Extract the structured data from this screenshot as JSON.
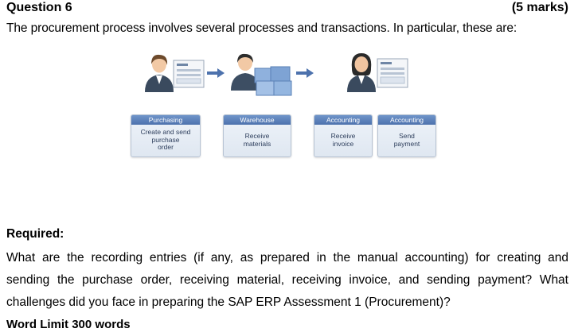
{
  "question": {
    "title": "Question 6",
    "marks": "(5 marks)",
    "intro": "The procurement process involves several processes and transactions. In particular, these are:"
  },
  "diagram": {
    "steps": [
      {
        "department": "Purchasing",
        "lines": [
          "Create and send",
          "purchase",
          "order"
        ]
      },
      {
        "department": "Warehouse",
        "lines": [
          "Receive",
          "materials"
        ]
      },
      {
        "department": "Accounting",
        "lines": [
          "Receive",
          "invoice"
        ]
      },
      {
        "department": "Accounting",
        "lines": [
          "Send",
          "payment"
        ]
      }
    ],
    "icons": [
      "purchasing-person-icon",
      "warehouse-worker-icon",
      "accounting-person-icon",
      "arrow-right-icon"
    ]
  },
  "required": {
    "label": "Required:",
    "lines": [
      "What are the recording entries (if any, as prepared in the manual accounting) for creating and",
      "sending the purchase order, receiving material, receiving invoice, and sending payment? What",
      "challenges did you face in preparing the SAP ERP Assessment 1 (Procurement)?"
    ],
    "word_limit": "Word Limit 300 words"
  }
}
